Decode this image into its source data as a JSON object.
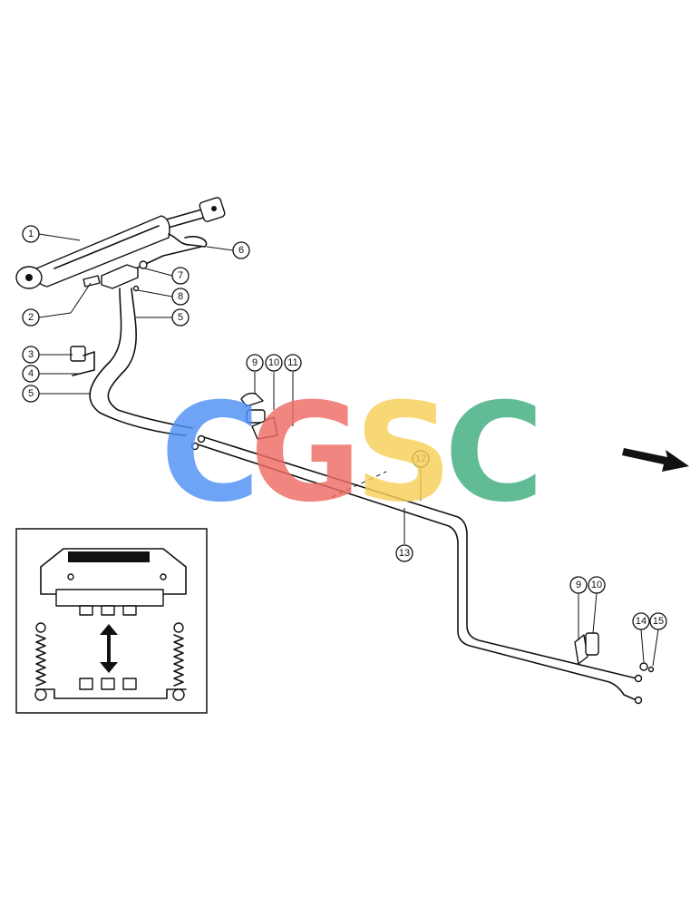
{
  "callouts": [
    "1",
    "2",
    "3",
    "4",
    "5",
    "5",
    "6",
    "7",
    "8",
    "9",
    "10",
    "11",
    "12",
    "13",
    "9",
    "10",
    "14",
    "15"
  ],
  "watermark": {
    "letters": [
      "C",
      "G",
      "S",
      "C"
    ],
    "colors": [
      "#4f8ff5",
      "#ef6b63",
      "#f7cf5a",
      "#3fae7f"
    ]
  }
}
